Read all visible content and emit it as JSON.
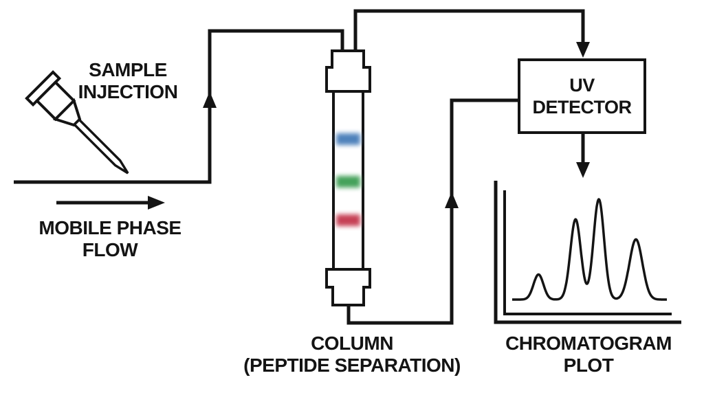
{
  "labels": {
    "sample_injection": {
      "line1": "SAMPLE",
      "line2": "INJECTION"
    },
    "mobile_phase_flow": {
      "line1": "MOBILE PHASE",
      "line2": "FLOW"
    },
    "column": {
      "line1": "COLUMN",
      "line2": "(PEPTIDE SEPARATION)"
    },
    "uv_detector": {
      "line1": "UV",
      "line2": "DETECTOR"
    },
    "chromatogram_plot": {
      "line1": "CHROMATOGRAM",
      "line2": "PLOT"
    }
  },
  "colors": {
    "line": "#141414",
    "background": "#ffffff",
    "band_blue": "#4e81bb",
    "band_green": "#44a15a",
    "band_red": "#c64055"
  },
  "column": {
    "bands": [
      {
        "name": "blue-analyte-band",
        "color": "#4e81bb"
      },
      {
        "name": "green-analyte-band",
        "color": "#44a15a"
      },
      {
        "name": "red-analyte-band",
        "color": "#c64055"
      }
    ]
  },
  "chart_data": {
    "type": "line",
    "title": "Chromatogram plot",
    "xlabel": "",
    "ylabel": "",
    "grid": false,
    "legend": false,
    "baseline": 0,
    "ylim": [
      0,
      1.1
    ],
    "peaks": [
      {
        "x": 0.17,
        "height": 0.25,
        "sigma": 0.032
      },
      {
        "x": 0.41,
        "height": 0.8,
        "sigma": 0.034
      },
      {
        "x": 0.56,
        "height": 1.0,
        "sigma": 0.034
      },
      {
        "x": 0.8,
        "height": 0.6,
        "sigma": 0.042
      }
    ]
  }
}
